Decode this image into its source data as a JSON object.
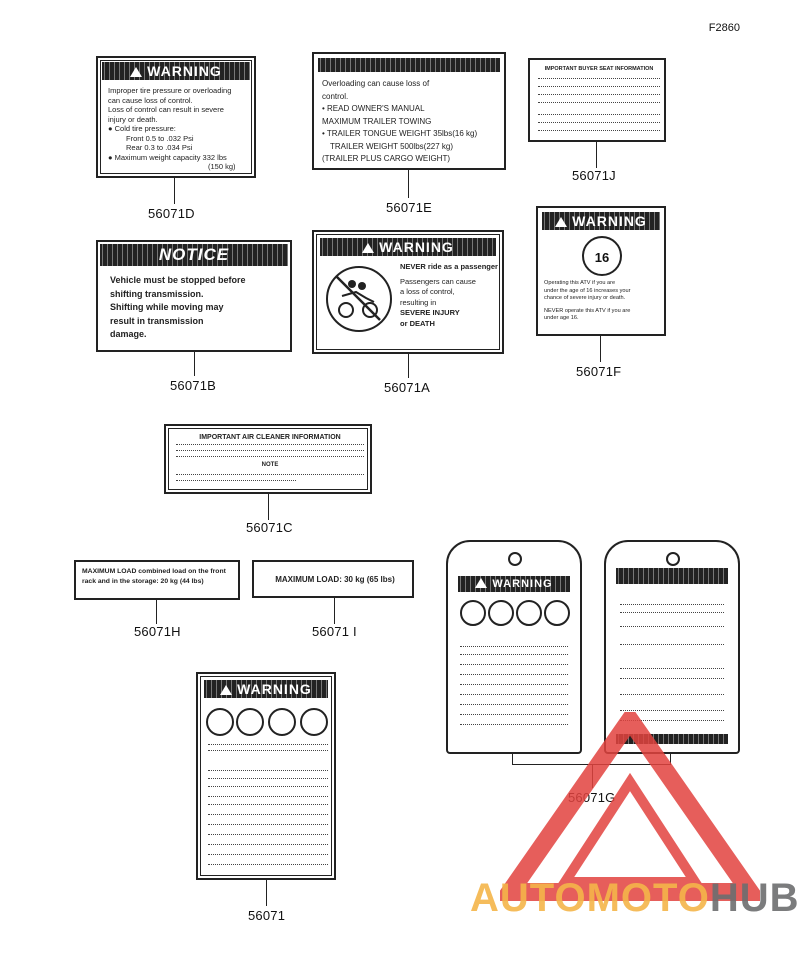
{
  "figure_code": "F2860",
  "parts": {
    "d": "56071D",
    "e": "56071E",
    "j": "56071J",
    "b": "56071B",
    "a": "56071A",
    "f": "56071F",
    "c": "56071C",
    "h": "56071H",
    "i": "56071 I",
    "g": "56071G",
    "base": "56071"
  },
  "decals": {
    "d_heading": "WARNING",
    "d_lines": [
      "Improper tire pressure or overloading",
      "can cause loss of control.",
      "Loss of control can result in severe",
      "injury or death.",
      "● Cold tire pressure:",
      "Front 0.5 to .032 Psi",
      "Rear 0.3 to .034 Psi",
      "● Maximum weight capacity 332 lbs",
      "(150 kg)"
    ],
    "e_lines": [
      "Overloading can cause loss of",
      "control.",
      "• READ OWNER'S MANUAL",
      "MAXIMUM TRAILER TOWING",
      "• TRAILER TONGUE WEIGHT 35lbs(16 kg)",
      "TRAILER WEIGHT 500lbs(227 kg)",
      "(TRAILER PLUS CARGO WEIGHT)"
    ],
    "j_heading": "IMPORTANT BUYER SEAT INFORMATION",
    "b_heading": "NOTICE",
    "b_lines": [
      "Vehicle must be stopped before",
      "shifting transmission.",
      "Shifting while moving may",
      "result in transmission",
      "damage."
    ],
    "a_heading": "WARNING",
    "a_lines": [
      "NEVER ride as a passenger",
      "Passengers can cause",
      "a loss of control,",
      "resulting in",
      "SEVERE INJURY",
      "or DEATH"
    ],
    "f_heading": "WARNING",
    "f_badge": "16",
    "f_lines": [
      "Operating this ATV if you are",
      "under the age of 16 increases your",
      "chance of severe injury or death.",
      "NEVER operate this ATV if you are",
      "under age 16."
    ],
    "c_heading": "IMPORTANT AIR CLEANER INFORMATION",
    "c_note": "NOTE",
    "h_text": "MAXIMUM LOAD combined load on the front rack and in the storage: 20 kg (44 lbs)",
    "i_text": "MAXIMUM LOAD: 30 kg (65 lbs)",
    "base_heading": "WARNING",
    "g_heading": "WARNING"
  },
  "watermark": {
    "brand_prefix": "AUTOMOTO",
    "brand_suffix": "HUB",
    "colors": {
      "red": "#e2433f",
      "gold": "#f5b54a",
      "grey": "#6d6e70"
    }
  }
}
